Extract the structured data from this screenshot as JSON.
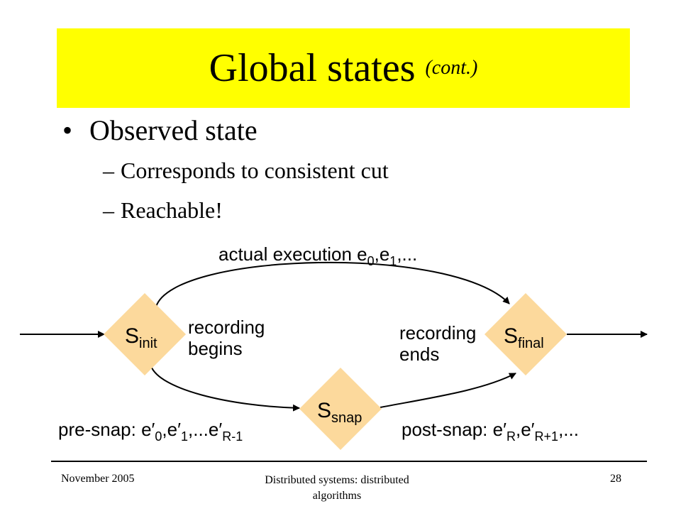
{
  "slide": {
    "title": "Global states",
    "title_suffix": "(cont.)",
    "bullet": "Observed state",
    "subbullets": [
      "Corresponds to consistent cut",
      "Reachable!"
    ]
  },
  "diagram": {
    "top_arc_label": {
      "main": "actual execution e",
      "sub0": "0",
      "mid": ",e",
      "sub1": "1",
      "tail": ",..."
    },
    "init": {
      "letter": "S",
      "sub": "init"
    },
    "final": {
      "letter": "S",
      "sub": "final"
    },
    "snap": {
      "letter": "S",
      "sub": "snap"
    },
    "recording_begins": [
      "recording",
      "begins"
    ],
    "recording_ends": [
      "recording",
      "ends"
    ],
    "pre_snap": {
      "a": "pre-snap: e′",
      "s1": "0",
      "b": ",e′",
      "s2": "1",
      "c": ",...e′",
      "s3": "R-1"
    },
    "post_snap": {
      "a": "post-snap: e′",
      "s1": "R",
      "b": ",e′",
      "s2": "R+1",
      "c": ",..."
    }
  },
  "footer": {
    "date": "November 2005",
    "center": [
      "Distributed systems: distributed",
      "algorithms"
    ],
    "page": "28"
  },
  "colors": {
    "title_band": "#ffff00",
    "node_fill": "#fcd99c"
  }
}
